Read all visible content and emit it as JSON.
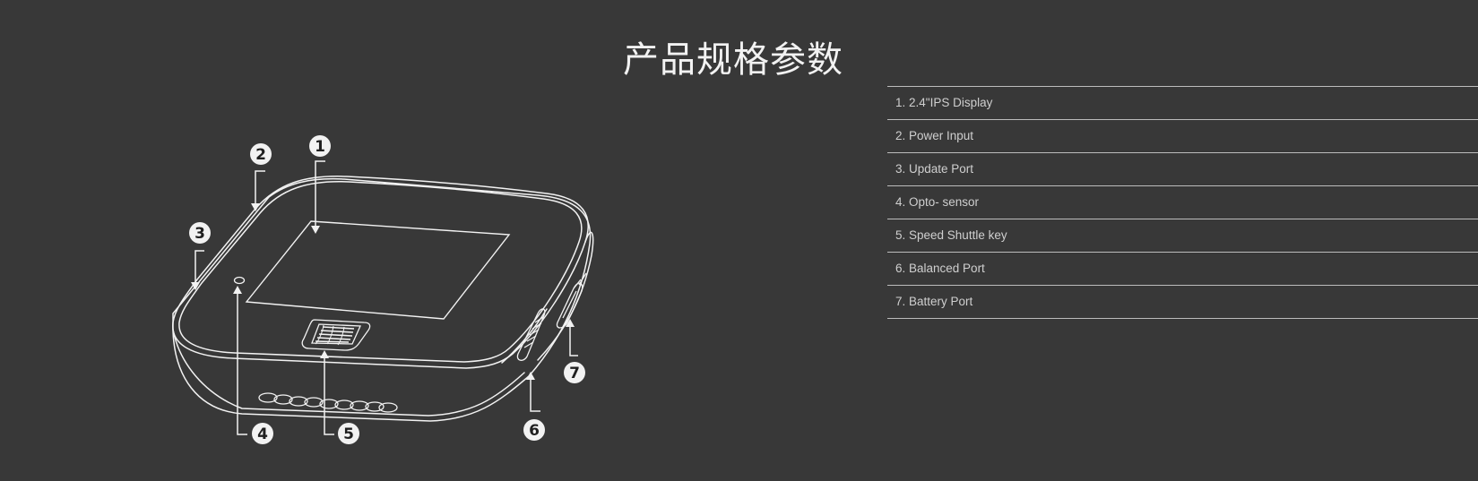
{
  "title": "产品规格参数",
  "specs": [
    "1. 2.4\"IPS Display",
    "2. Power Input",
    "3. Update Port",
    "4. Opto- sensor",
    "5. Speed Shuttle key",
    "6. Balanced Port",
    "7. Battery Port"
  ],
  "callouts": [
    "1",
    "2",
    "3",
    "4",
    "5",
    "6",
    "7"
  ],
  "colors": {
    "background": "#383838",
    "line": "#f2f2f2",
    "divider": "#bcbcbc",
    "text": "#cfcfcf"
  }
}
